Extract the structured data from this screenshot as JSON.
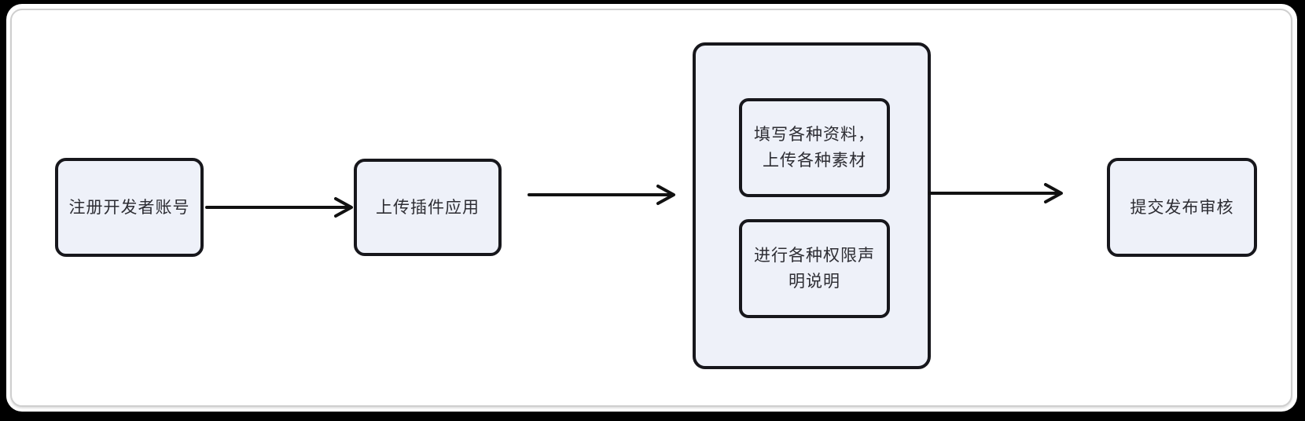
{
  "diagram": {
    "type": "flowchart",
    "direction": "left-to-right",
    "nodes": [
      {
        "id": "register-account",
        "label": "注册开发者账号"
      },
      {
        "id": "upload-plugin",
        "label": "上传插件应用"
      },
      {
        "id": "fill-materials",
        "label": "填写各种资料，\n上传各种素材"
      },
      {
        "id": "declare-permissions",
        "label": "进行各种权限声\n明说明"
      },
      {
        "id": "submit-review",
        "label": "提交发布审核"
      }
    ],
    "group": {
      "id": "publish-details-group",
      "children": [
        "fill-materials",
        "declare-permissions"
      ]
    },
    "edges": [
      {
        "from": "register-account",
        "to": "upload-plugin"
      },
      {
        "from": "upload-plugin",
        "to": "publish-details-group"
      },
      {
        "from": "publish-details-group",
        "to": "submit-review"
      }
    ],
    "style": {
      "node_fill": "#eef1f9",
      "node_border": "#17171c",
      "arrow_color": "#111111",
      "text_color": "#2d2d33",
      "canvas_background": "#ffffff",
      "frame_background": "#000000"
    }
  }
}
